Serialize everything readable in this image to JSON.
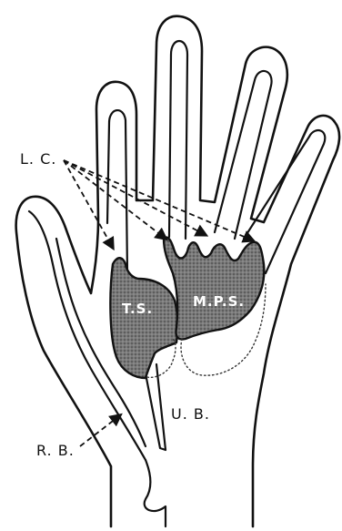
{
  "labels": {
    "lc": "L. C.",
    "ts": "T.S.",
    "mps": "M.P.S.",
    "ub": "U. B.",
    "rb": "R. B."
  },
  "colors": {
    "ink": "#111111",
    "bursa_fill": "#6f6f6f",
    "background": "#ffffff"
  }
}
